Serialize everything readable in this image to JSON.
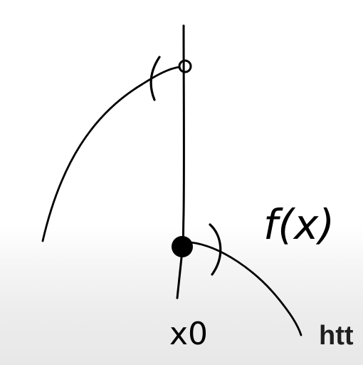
{
  "labels": {
    "function": "f(x)",
    "point": "x0"
  },
  "watermark": {
    "text": "htt"
  },
  "colors": {
    "ink": "#000000",
    "background": "#ffffff",
    "watermark": "#1f1f1f"
  }
}
